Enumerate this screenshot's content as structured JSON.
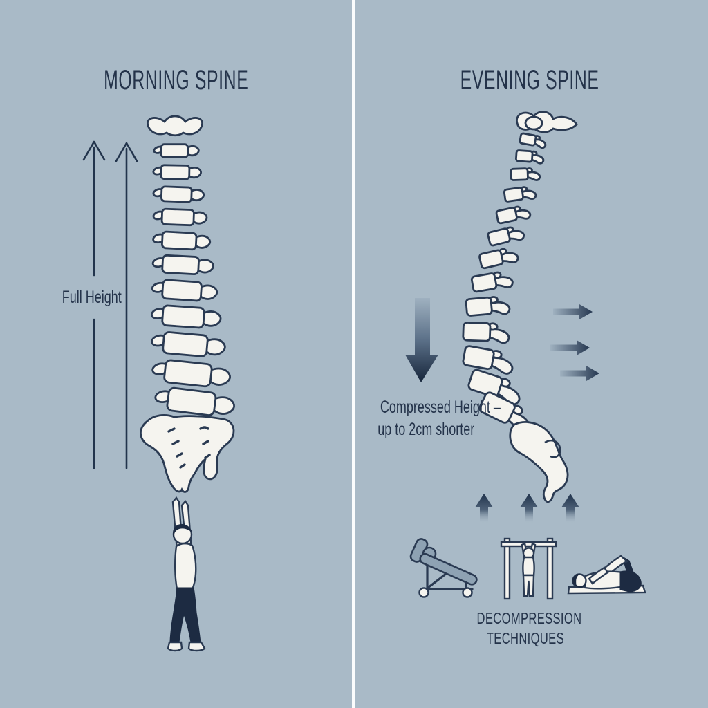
{
  "left_panel": {
    "title": "MORNING SPINE",
    "height_label": "Full Height"
  },
  "right_panel": {
    "title": "EVENING SPINE",
    "compressed_label": [
      "Compressed Height –",
      "up to 2cm shorter"
    ],
    "decompression_label": [
      "DECOMPRESSION",
      "TECHNIQUES"
    ]
  },
  "colors": {
    "background": "#a9bac7",
    "divider": "#fafcfd",
    "ink": "#24334a",
    "bone": "#f5f4ef",
    "steel": "#8ea2b3",
    "arrow_dark": "#16253a"
  },
  "icons": {
    "left": [
      "up-arrow-icon",
      "up-arrow-icon",
      "spine-front-icon",
      "person-stretching-icon"
    ],
    "right": [
      "down-arrow-icon",
      "spine-lateral-icon",
      "right-arrow-icon",
      "up-arrow-icon",
      "inversion-table-icon",
      "pull-up-bar-icon",
      "knees-to-chest-icon"
    ]
  }
}
